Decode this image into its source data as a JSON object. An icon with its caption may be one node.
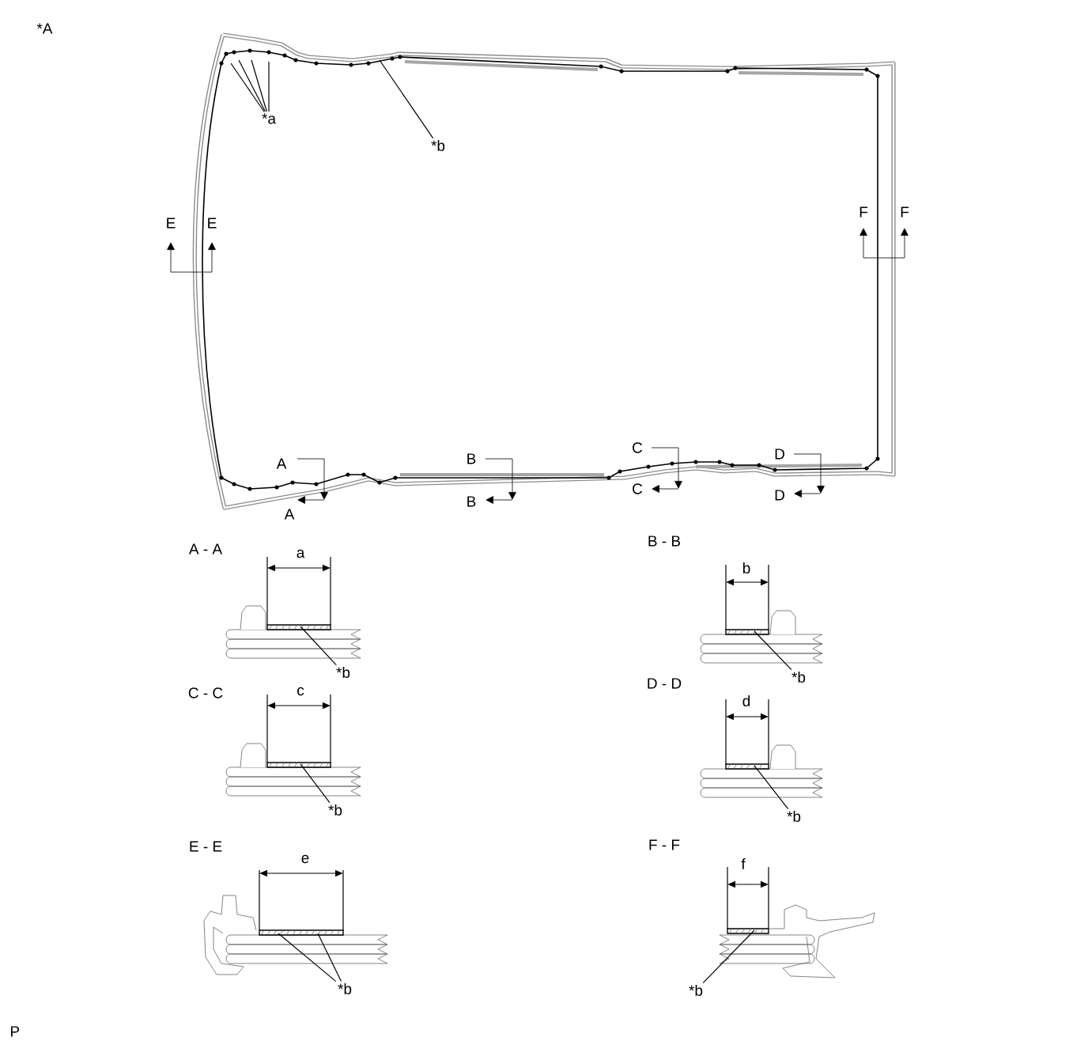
{
  "diagram": {
    "nodes": [
      {
        "text": [
          "*a"
        ]
      },
      {
        "text": [
          "*b"
        ]
      },
      {
        "text": [
          "*b"
        ]
      },
      {
        "text": [
          "*b"
        ]
      },
      {
        "text": [
          "*b"
        ]
      },
      {
        "text": [
          "*b"
        ]
      },
      {
        "text": [
          "*b"
        ]
      },
      {
        "text": [
          "*b"
        ]
      }
    ],
    "edges": [
      {
        "from": 0,
        "to": null,
        "arrow": "none"
      },
      {
        "from": 0,
        "to": null,
        "arrow": "none"
      },
      {
        "from": 0,
        "to": null,
        "arrow": "none"
      },
      {
        "from": 0,
        "to": null,
        "arrow": "none"
      },
      {
        "from": 1,
        "to": null,
        "arrow": "none"
      },
      {
        "from": 2,
        "to": null,
        "arrow": "none"
      },
      {
        "from": 3,
        "to": null,
        "arrow": "none"
      },
      {
        "from": 4,
        "to": null,
        "arrow": "none"
      },
      {
        "from": 5,
        "to": null,
        "arrow": "none"
      },
      {
        "from": 6,
        "to": null,
        "arrow": "none"
      },
      {
        "from": 6,
        "to": null,
        "arrow": "none"
      },
      {
        "from": 7,
        "to": null,
        "arrow": "none"
      }
    ],
    "labels": [
      "*A",
      "E",
      "E",
      "F",
      "F",
      "C",
      "A",
      "B",
      "D",
      "C",
      "B",
      "D",
      "A",
      "A - A",
      "B - B",
      "a",
      "b",
      "C - C",
      "D - D",
      "c",
      "d",
      "E - E",
      "F - F",
      "e",
      "f",
      "P"
    ]
  }
}
